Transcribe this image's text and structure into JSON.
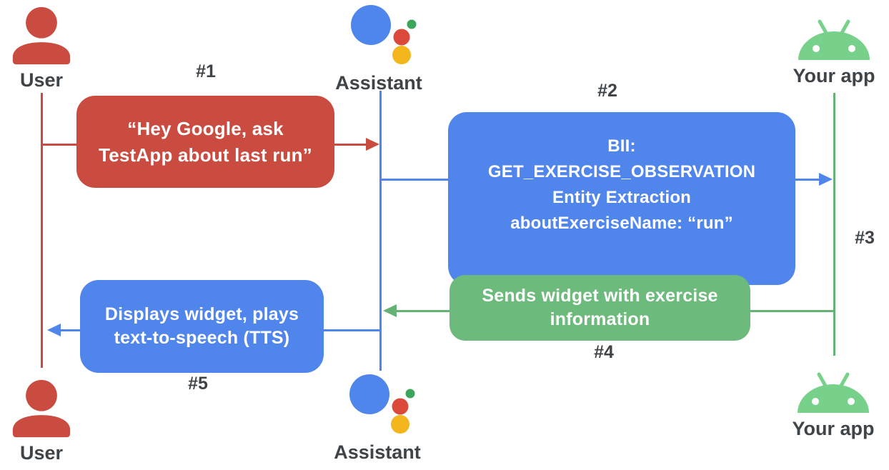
{
  "diagram": {
    "title": "Assistant App Action sequence diagram",
    "actors": {
      "user_top": "User",
      "assistant_top": "Assistant",
      "yourapp_top": "Your app",
      "user_bottom": "User",
      "assistant_bottom": "Assistant",
      "yourapp_bottom": "Your app"
    },
    "steps": {
      "s1": "#1",
      "s2": "#2",
      "s3": "#3",
      "s4": "#4",
      "s5": "#5"
    },
    "messages": {
      "m1": {
        "from": "User",
        "to": "Assistant",
        "line1": "“Hey Google, ask",
        "line2": "TestApp about last run”"
      },
      "m2": {
        "from": "Assistant",
        "to": "Your app",
        "line1": "BII:",
        "line2": "GET_EXERCISE_OBSERVATION",
        "line3": "Entity Extraction",
        "line4": "aboutExerciseName: “run”"
      },
      "m4": {
        "from": "Your app",
        "to": "Assistant",
        "line1": "Sends widget with exercise",
        "line2": "information"
      },
      "m5": {
        "from": "Assistant",
        "to": "User",
        "line1": "Displays widget, plays",
        "line2": "text-to-speech (TTS)"
      }
    },
    "icons": {
      "user": "person-icon",
      "assistant": "google-assistant-logo-icon",
      "yourapp": "android-robot-icon"
    },
    "colors": {
      "red": "#CA4B3F",
      "blue": "#5086EC",
      "green_box": "#6DBA7D",
      "green_line": "#64B274",
      "android_green": "#77D18A",
      "assistant_blue": "#4E86EC",
      "assistant_red": "#DB493B",
      "assistant_yellow": "#F3B61C",
      "assistant_green": "#3BA55B",
      "label_gray": "#3F4449"
    }
  }
}
